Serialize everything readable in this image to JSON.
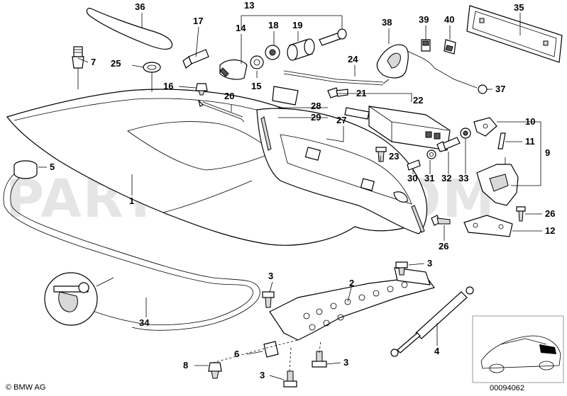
{
  "watermark": "PARTSOUQ.COM",
  "footer": {
    "brand": "BMW AG",
    "diagram_number": "00094062"
  },
  "callouts": [
    "36",
    "13",
    "17",
    "14",
    "18",
    "19",
    "38",
    "39",
    "40",
    "35",
    "7",
    "25",
    "24",
    "16",
    "15",
    "20",
    "21",
    "22",
    "37",
    "28",
    "29",
    "27",
    "10",
    "11",
    "9",
    "5",
    "23",
    "30",
    "31",
    "32",
    "33",
    "1",
    "26",
    "12",
    "3",
    "2",
    "34",
    "4",
    "6",
    "8"
  ]
}
